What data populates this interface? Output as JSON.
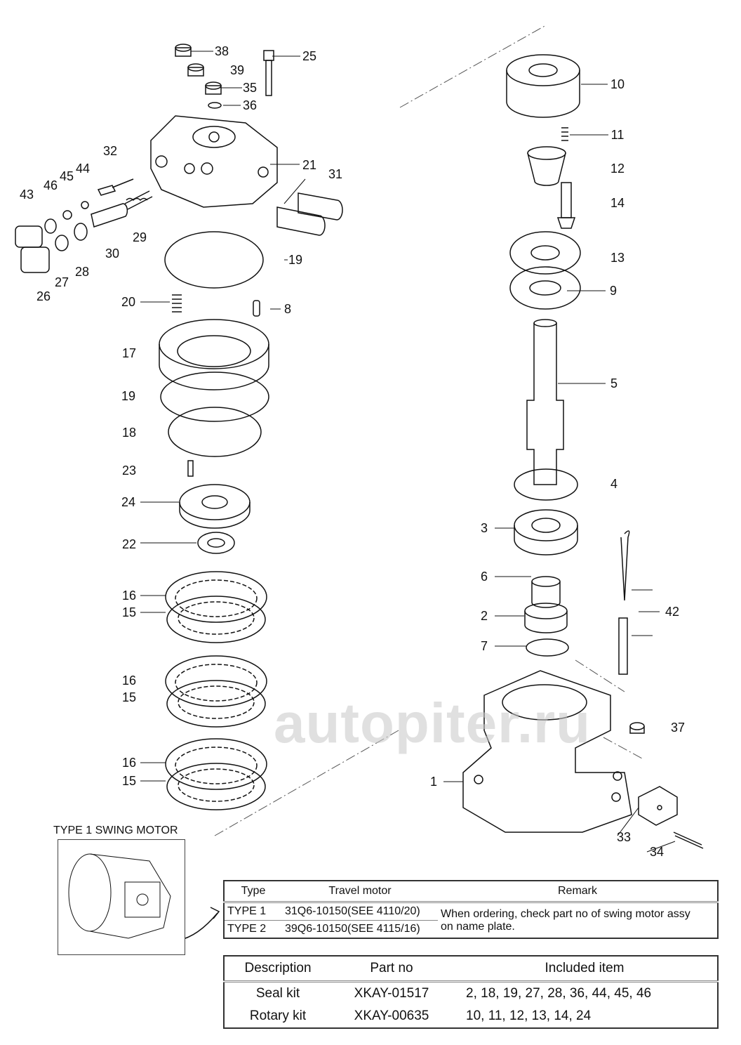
{
  "watermark": "autopiter.ru",
  "callouts": {
    "c38": "38",
    "c25": "25",
    "c39": "39",
    "c35": "35",
    "c36": "36",
    "c32": "32",
    "c21": "21",
    "c44": "44",
    "c45": "45",
    "c46": "46",
    "c43": "43",
    "c31": "31",
    "c29": "29",
    "c30": "30",
    "c28": "28",
    "c27": "27",
    "c26": "26",
    "c19a": "19",
    "c20": "20",
    "c8": "8",
    "c17": "17",
    "c19b": "19",
    "c18": "18",
    "c23": "23",
    "c24": "24",
    "c22": "22",
    "c16a": "16",
    "c15a": "15",
    "c16b": "16",
    "c15b": "15",
    "c16c": "16",
    "c15c": "15",
    "c10": "10",
    "c11": "11",
    "c12": "12",
    "c14": "14",
    "c13": "13",
    "c9": "9",
    "c5": "5",
    "c4": "4",
    "c3": "3",
    "c6": "6",
    "c42": "42",
    "c2": "2",
    "c7": "7",
    "c37": "37",
    "c1": "1",
    "c33": "33",
    "c34": "34"
  },
  "inset": {
    "title": "TYPE 1 SWING MOTOR"
  },
  "type_table": {
    "headers": [
      "Type",
      "Travel motor",
      "Remark"
    ],
    "rows": [
      {
        "type": "TYPE 1",
        "motor": "31Q6-10150(SEE 4110/20)"
      },
      {
        "type": "TYPE 2",
        "motor": "39Q6-10150(SEE 4115/16)"
      }
    ],
    "remark_line1": "When ordering, check part no of swing motor assy",
    "remark_line2": "on name plate."
  },
  "kit_table": {
    "headers": [
      "Description",
      "Part no",
      "Included item"
    ],
    "rows": [
      {
        "description": "Seal kit",
        "part_no": "XKAY-01517",
        "items": "2, 18, 19, 27, 28, 36, 44, 45, 46"
      },
      {
        "description": "Rotary kit",
        "part_no": "XKAY-00635",
        "items": "10, 11, 12, 13, 14, 24"
      }
    ]
  }
}
